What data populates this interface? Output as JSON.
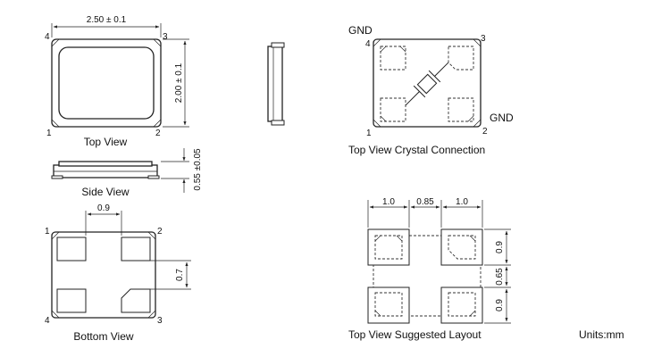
{
  "views": {
    "top_view": "Top View",
    "side_view": "Side View",
    "bottom_view": "Bottom View",
    "crystal_connection": "Top View Crystal Connection",
    "suggested_layout": "Top View Suggested Layout"
  },
  "dimensions": {
    "length": "2.50 ± 0.1",
    "width": "2.00 ± 0.1",
    "height": "0.55 ±0.05",
    "pad_gap": "0.9",
    "pad_height": "0.7",
    "layout_pad_w_left": "1.0",
    "layout_gap_x": "0.85",
    "layout_pad_w_right": "1.0",
    "layout_pad_h_top": "0.9",
    "layout_gap_y": "0.65",
    "layout_pad_h_bottom": "0.9"
  },
  "pins": {
    "top_view": [
      "4",
      "3",
      "1",
      "2"
    ],
    "bottom_view": [
      "1",
      "2",
      "4",
      "3"
    ],
    "crystal": [
      "4",
      "3",
      "1",
      "2"
    ]
  },
  "labels": {
    "gnd_top": "GND",
    "gnd_bottom": "GND",
    "units": "Units:mm"
  },
  "icons": {
    "crystal": "crystal-symbol-icon"
  }
}
